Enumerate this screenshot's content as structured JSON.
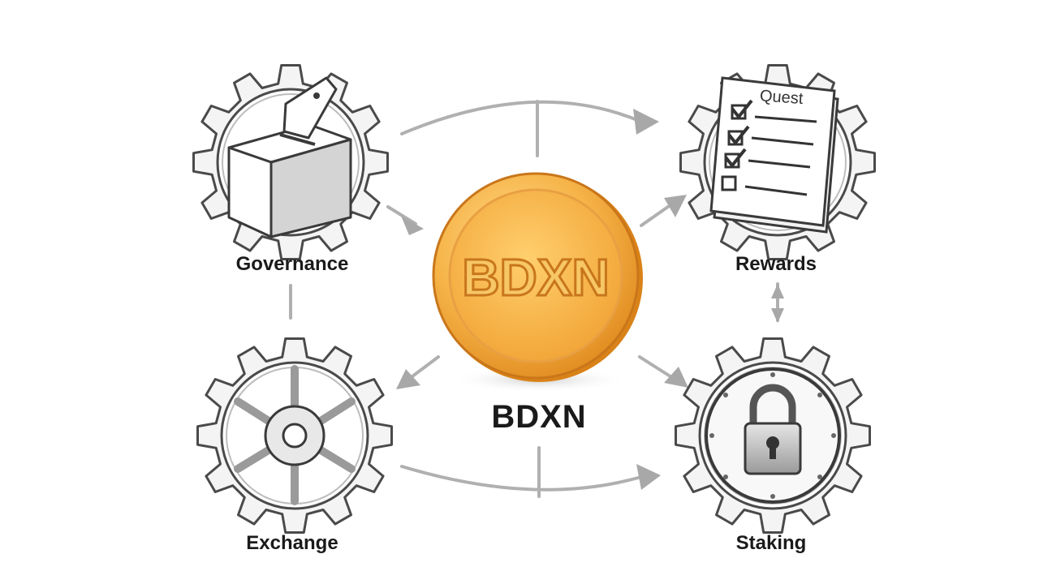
{
  "diagram": {
    "center_token": {
      "coin_text": "BDXN",
      "caption": "BDXN",
      "coin_color": "#f2a733"
    },
    "nodes": [
      {
        "id": "governance",
        "label": "Governance",
        "icon": "ballot-box-icon"
      },
      {
        "id": "rewards",
        "label": "Rewards",
        "icon": "quest-checklist-icon",
        "icon_text": "Quest"
      },
      {
        "id": "exchange",
        "label": "Exchange",
        "icon": "exchange-wheel-icon"
      },
      {
        "id": "staking",
        "label": "Staking",
        "icon": "padlock-icon"
      }
    ],
    "colors": {
      "gear_stroke": "#4a4a4a",
      "gear_fill": "#f4f4f4",
      "arrow": "#a8a8a8",
      "text": "#1a1a1a"
    }
  }
}
